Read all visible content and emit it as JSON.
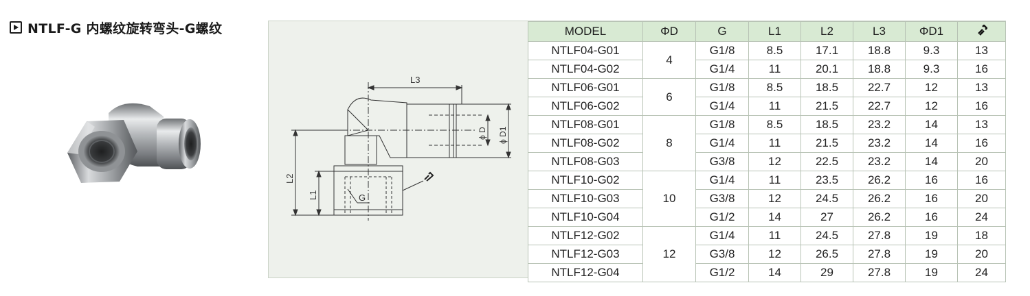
{
  "title": {
    "text": "NTLF-G 内螺纹旋转弯头-G螺纹",
    "icon": "play-icon"
  },
  "drawing": {
    "labels": {
      "l3": "L3",
      "l2": "L2",
      "l1": "L1",
      "g": "G",
      "phi_d": "ϕ D",
      "phi_d1": "ϕ D1"
    },
    "wrench_icon": "wrench-icon"
  },
  "table": {
    "headers": [
      "MODEL",
      "ΦD",
      "G",
      "L1",
      "L2",
      "L3",
      "ΦD1"
    ],
    "header_icon": "wrench-icon",
    "rows": [
      {
        "model": "NTLF04-G01",
        "d": "4",
        "g": "G1/8",
        "l1": "8.5",
        "l2": "17.1",
        "l3": "18.8",
        "d1": "9.3",
        "w": "13"
      },
      {
        "model": "NTLF04-G02",
        "d": "4",
        "g": "G1/4",
        "l1": "11",
        "l2": "20.1",
        "l3": "18.8",
        "d1": "9.3",
        "w": "16"
      },
      {
        "model": "NTLF06-G01",
        "d": "6",
        "g": "G1/8",
        "l1": "8.5",
        "l2": "18.5",
        "l3": "22.7",
        "d1": "12",
        "w": "13"
      },
      {
        "model": "NTLF06-G02",
        "d": "6",
        "g": "G1/4",
        "l1": "11",
        "l2": "21.5",
        "l3": "22.7",
        "d1": "12",
        "w": "16"
      },
      {
        "model": "NTLF08-G01",
        "d": "8",
        "g": "G1/8",
        "l1": "8.5",
        "l2": "18.5",
        "l3": "23.2",
        "d1": "14",
        "w": "13"
      },
      {
        "model": "NTLF08-G02",
        "d": "8",
        "g": "G1/4",
        "l1": "11",
        "l2": "21.5",
        "l3": "23.2",
        "d1": "14",
        "w": "16"
      },
      {
        "model": "NTLF08-G03",
        "d": "8",
        "g": "G3/8",
        "l1": "12",
        "l2": "22.5",
        "l3": "23.2",
        "d1": "14",
        "w": "20"
      },
      {
        "model": "NTLF10-G02",
        "d": "10",
        "g": "G1/4",
        "l1": "11",
        "l2": "23.5",
        "l3": "26.2",
        "d1": "16",
        "w": "16"
      },
      {
        "model": "NTLF10-G03",
        "d": "10",
        "g": "G3/8",
        "l1": "12",
        "l2": "24.5",
        "l3": "26.2",
        "d1": "16",
        "w": "20"
      },
      {
        "model": "NTLF10-G04",
        "d": "10",
        "g": "G1/2",
        "l1": "14",
        "l2": "27",
        "l3": "26.2",
        "d1": "16",
        "w": "24"
      },
      {
        "model": "NTLF12-G02",
        "d": "12",
        "g": "G1/4",
        "l1": "11",
        "l2": "24.5",
        "l3": "27.8",
        "d1": "19",
        "w": "18"
      },
      {
        "model": "NTLF12-G03",
        "d": "12",
        "g": "G3/8",
        "l1": "12",
        "l2": "26.5",
        "l3": "27.8",
        "d1": "19",
        "w": "20"
      },
      {
        "model": "NTLF12-G04",
        "d": "12",
        "g": "G1/2",
        "l1": "14",
        "l2": "29",
        "l3": "27.8",
        "d1": "19",
        "w": "24"
      }
    ]
  },
  "colors": {
    "header_bg": "#d8ead3",
    "panel_bg": "#eef1ec",
    "border": "#b7c2b4"
  }
}
